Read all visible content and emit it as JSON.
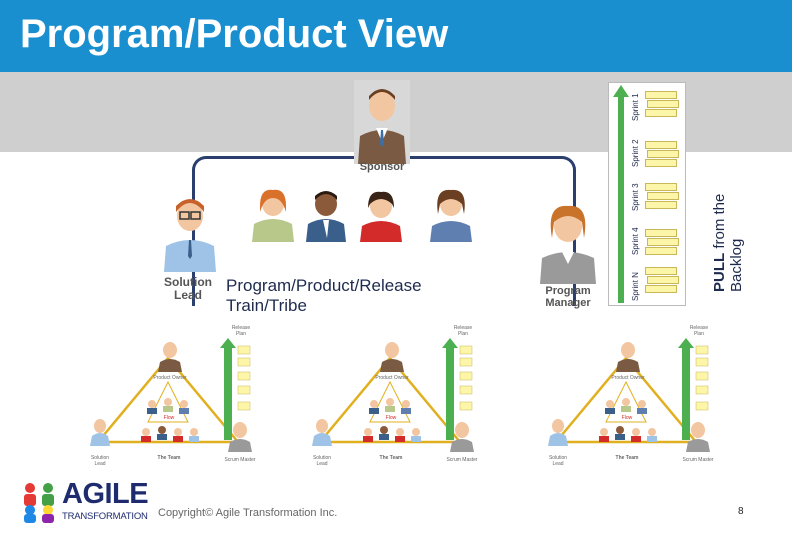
{
  "slide": {
    "title": "Program/Product View",
    "train_label_line1": "Program/Product/Release",
    "train_label_line2": "Train/Tribe",
    "pull_bold": "PULL",
    "pull_rest": " from the",
    "pull_line2": "Backlog",
    "copyright": "Copyright© Agile Transformation Inc.",
    "page_number": "8"
  },
  "roles": {
    "sponsor": "Sponsor",
    "solution_lead_1": "Solution",
    "solution_lead_2": "Lead",
    "program_manager_1": "Program",
    "program_manager_2": "Manager"
  },
  "sprints": [
    "Sprint 1",
    "Sprint 2",
    "Sprint 3",
    "Sprint 4",
    "Sprint N"
  ],
  "team_diagram": {
    "release_plan_1": "Release",
    "release_plan_2": "Plan",
    "product_owner": "Product Owner",
    "flow": "Flow",
    "solution_lead_1": "Solution",
    "solution_lead_2": "Lead",
    "the_team": "The Team",
    "scrum_master": "Scrum Master"
  },
  "logo": {
    "word": "AGILE",
    "sub": "TRANSFORMATION"
  },
  "colors": {
    "header": "#1a8fcf",
    "band": "#cfcfcf",
    "frame": "#2a3f6e",
    "triangle": "#e0b020",
    "arrow": "#4caf50"
  }
}
